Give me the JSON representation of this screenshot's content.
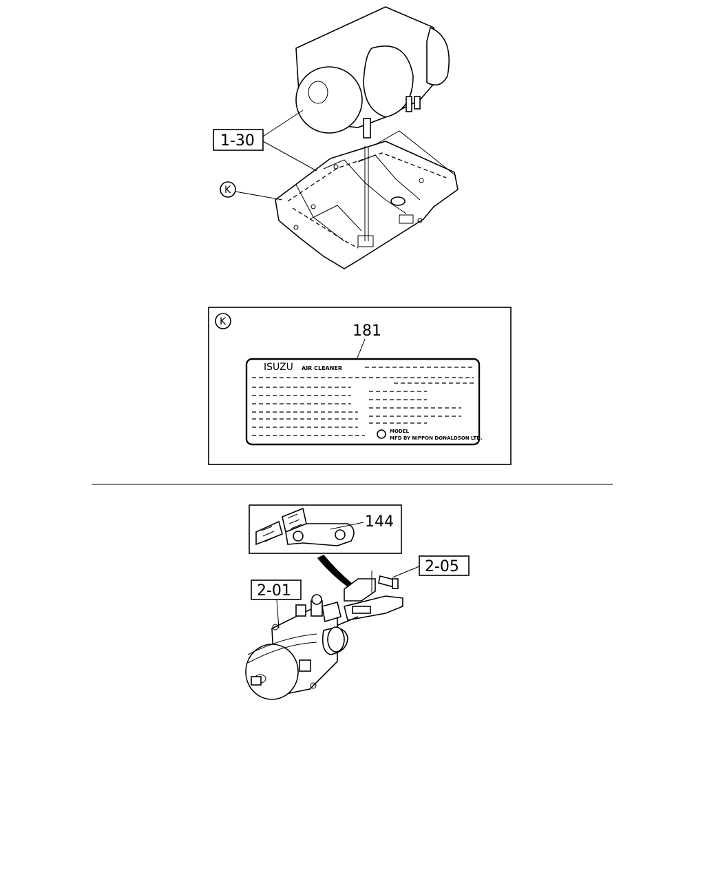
{
  "top_figure": {
    "callout_assembly": "1-30",
    "detail_marker": "K"
  },
  "detail_k": {
    "marker": "K",
    "part_number": "181",
    "plate": {
      "brand": "ISUZU",
      "title": "AIR CLEANER",
      "model_label": "MODEL",
      "maker_line": "MFD BY NIPPON DONALDSON LTD."
    }
  },
  "bottom_figure": {
    "bracket_part": "144",
    "bolt_callout": "2-05",
    "assembly_callout": "2-01"
  }
}
